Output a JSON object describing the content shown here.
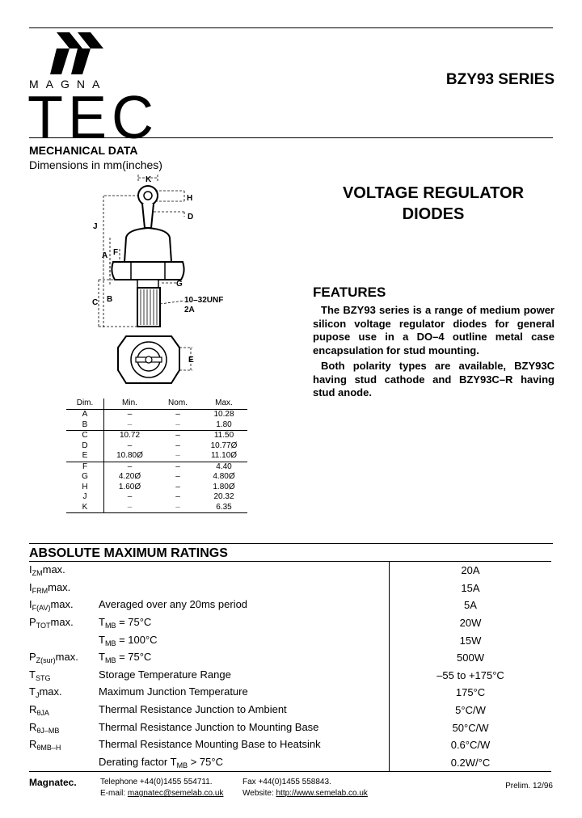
{
  "logo": {
    "letters": "MAGNA",
    "word": "TEC"
  },
  "header": {
    "series": "BZY93 SERIES"
  },
  "mechanical": {
    "heading": "MECHANICAL DATA",
    "subheading": "Dimensions in mm(inches)"
  },
  "drawing_labels": {
    "K": "K",
    "H": "H",
    "D": "D",
    "J": "J",
    "A": "A",
    "F": "F",
    "G": "G",
    "C": "C",
    "B": "B",
    "thread": "10–32UNF",
    "thread2": "2A",
    "E": "E"
  },
  "title": {
    "line1": "VOLTAGE REGULATOR",
    "line2": "DIODES"
  },
  "features": {
    "heading": "FEATURES",
    "p1": "The BZY93 series is a range of medium power silicon voltage regulator diodes for general pupose use in a DO–4 outline metal case encapsulation for stud mounting.",
    "p2": "Both polarity types are available, BZY93C having stud cathode and BZY93C–R having stud anode."
  },
  "dim_table": {
    "headers": [
      "Dim.",
      "Min.",
      "Nom.",
      "Max."
    ],
    "rows": [
      [
        "A",
        "–",
        "–",
        "10.28"
      ],
      [
        "B",
        "–",
        "–",
        "1.80"
      ],
      [
        "C",
        "10.72",
        "–",
        "11.50"
      ],
      [
        "D",
        "–",
        "–",
        "10.77Ø"
      ],
      [
        "E",
        "10.80Ø",
        "–",
        "11.10Ø"
      ],
      [
        "F",
        "–",
        "–",
        "4.40"
      ],
      [
        "G",
        "4.20Ø",
        "–",
        "4.80Ø"
      ],
      [
        "H",
        "1.60Ø",
        "–",
        "1.80Ø"
      ],
      [
        "J",
        "–",
        "–",
        "20.32"
      ],
      [
        "K",
        "–",
        "–",
        "6.35"
      ]
    ]
  },
  "ratings": {
    "heading": "ABSOLUTE MAXIMUM RATINGS",
    "rows": [
      {
        "sym": "I",
        "sub": "ZM",
        "suffix": "max.",
        "desc": "",
        "desc_sub": "",
        "desc_suffix": "",
        "value": "20A"
      },
      {
        "sym": "I",
        "sub": "FRM",
        "suffix": "max.",
        "desc": "",
        "desc_sub": "",
        "desc_suffix": "",
        "value": "15A"
      },
      {
        "sym": "I",
        "sub": "F(AV)",
        "suffix": "max.",
        "desc": "Averaged over any 20ms period",
        "desc_sub": "",
        "desc_suffix": "",
        "value": "5A"
      },
      {
        "sym": "P",
        "sub": "TOT",
        "suffix": "max.",
        "desc": "T",
        "desc_sub": "MB",
        "desc_suffix": " = 75°C",
        "value": "20W"
      },
      {
        "sym": "",
        "sub": "",
        "suffix": "",
        "desc": "T",
        "desc_sub": "MB",
        "desc_suffix": " = 100°C",
        "value": "15W"
      },
      {
        "sym": "P",
        "sub": "Z(sur)",
        "suffix": "max.",
        "desc": "T",
        "desc_sub": "MB",
        "desc_suffix": " = 75°C",
        "value": "500W"
      },
      {
        "sym": "T",
        "sub": "STG",
        "suffix": "",
        "desc": "Storage Temperature Range",
        "desc_sub": "",
        "desc_suffix": "",
        "value": "–55 to +175°C"
      },
      {
        "sym": "T",
        "sub": "J",
        "suffix": "max.",
        "desc": "Maximum Junction Temperature",
        "desc_sub": "",
        "desc_suffix": "",
        "value": "175°C"
      },
      {
        "sym": "R",
        "sub": "θJA",
        "suffix": "",
        "desc": "Thermal Resistance Junction to Ambient",
        "desc_sub": "",
        "desc_suffix": "",
        "value": "5°C/W"
      },
      {
        "sym": "R",
        "sub": "θJ–MB",
        "suffix": "",
        "desc": "Thermal Resistance Junction to Mounting Base",
        "desc_sub": "",
        "desc_suffix": "",
        "value": "50°C/W"
      },
      {
        "sym": "R",
        "sub": "θMB–H",
        "suffix": "",
        "desc": "Thermal Resistance Mounting Base to Heatsink",
        "desc_sub": "",
        "desc_suffix": "",
        "value": "0.6°C/W"
      },
      {
        "sym": "",
        "sub": "",
        "suffix": "",
        "desc": "Derating factor T",
        "desc_sub": "MB",
        "desc_suffix": " > 75°C",
        "value": "0.2W/°C"
      }
    ]
  },
  "footer": {
    "company": "Magnatec.",
    "telephone": "Telephone +44(0)1455 554711.",
    "fax": "Fax +44(0)1455 558843.",
    "email_label": "E-mail: ",
    "email": "magnatec@semelab.co.uk",
    "website_label": "Website: ",
    "website": "http://www.semelab.co.uk",
    "prelim": "Prelim. 12/96"
  }
}
